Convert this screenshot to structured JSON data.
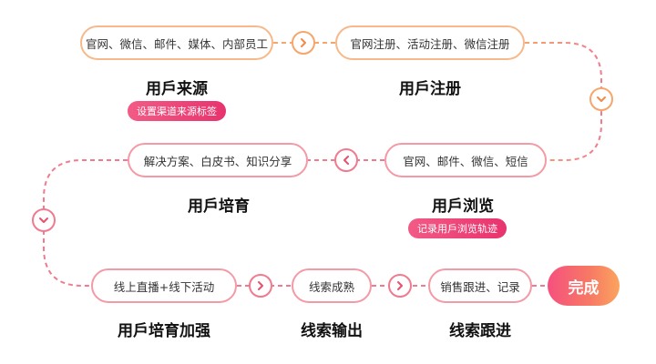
{
  "steps": {
    "source": {
      "box": "官网、微信、邮件、媒体、内部员工",
      "title": "用戶来源",
      "tag": "设置渠道来源标签"
    },
    "register": {
      "box": "官网注册、活动注册、微信注册",
      "title": "用戶注册"
    },
    "browse": {
      "box": "官网、邮件、微信、短信",
      "title": "用戶浏览",
      "tag": "记录用戶浏览轨迹"
    },
    "nurture": {
      "box": "解决方案、白皮书、知识分享",
      "title": "用戶培育"
    },
    "nurture_plus": {
      "box": "线上直播+线下活动",
      "title": "用戶培育加强"
    },
    "lead_output": {
      "box": "线索成熟",
      "title": "线索输出"
    },
    "lead_follow": {
      "box": "销售跟进、记录",
      "title": "线索跟进"
    },
    "done": {
      "label": "完成"
    }
  },
  "icons": {
    "arrow_right": "chevron-right-icon",
    "arrow_left": "chevron-left-icon",
    "arrow_down": "chevron-down-icon"
  },
  "colors": {
    "orange_border": "#f7b98a",
    "pink_border": "#f49aa6",
    "tag_pink": "#e8336e",
    "done_gradient": [
      "#f6507e",
      "#fba45e"
    ]
  }
}
